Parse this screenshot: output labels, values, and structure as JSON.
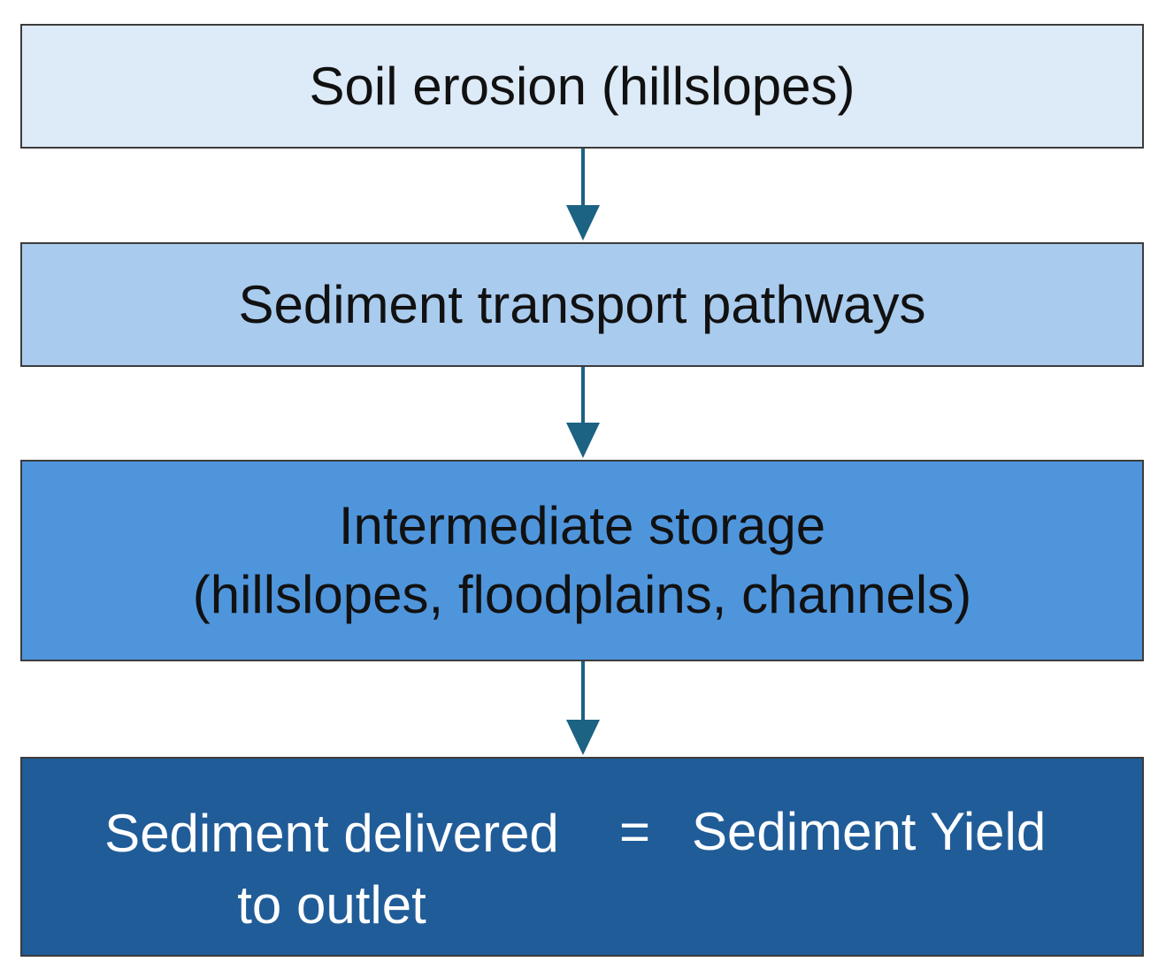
{
  "stages": [
    {
      "id": "soil-erosion",
      "lines": [
        "Soil erosion (hillslopes)"
      ]
    },
    {
      "id": "transport",
      "lines": [
        "Sediment transport pathways"
      ]
    },
    {
      "id": "storage",
      "lines": [
        "Intermediate storage",
        "(hillslopes, floodplains, channels)"
      ]
    },
    {
      "id": "delivery",
      "left_lines": [
        "Sediment delivered",
        "to outlet"
      ],
      "equals": "=",
      "right": "Sediment Yield"
    }
  ],
  "colors": {
    "box1": "#ddeaf7",
    "box2": "#a9cbee",
    "box3": "#4f95dc",
    "box4": "#205c98",
    "arrow": "#1c6283",
    "border": "#3c3c3c"
  }
}
